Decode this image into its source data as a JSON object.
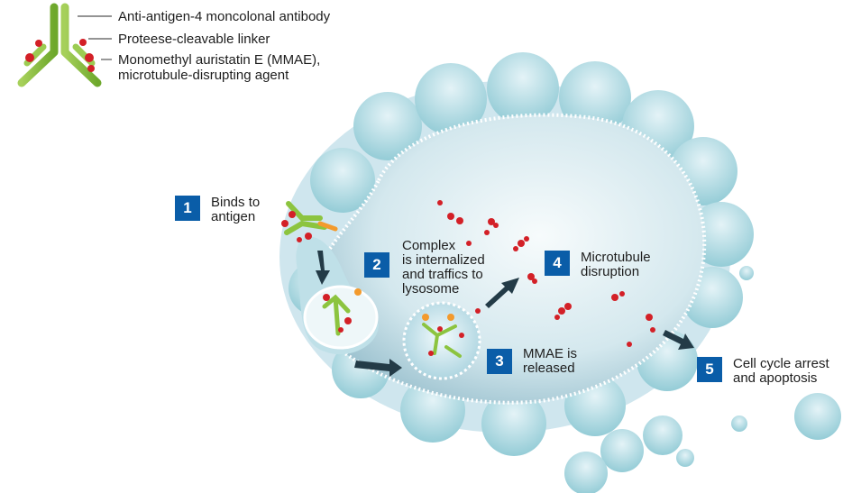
{
  "legend": {
    "antibody": "Anti-antigen-4 moncolonal antibody",
    "linker": "Proteese-cleavable linker",
    "mmae_line1": "Monomethyl auristatin E (MMAE),",
    "mmae_line2": "microtubule-disrupting agent"
  },
  "steps": [
    {
      "number": "1",
      "lines": [
        "Binds to",
        "antigen"
      ]
    },
    {
      "number": "2",
      "lines": [
        "Complex",
        "is internalized",
        "and traffics to",
        "lysosome"
      ]
    },
    {
      "number": "3",
      "lines": [
        "MMAE is",
        "released"
      ]
    },
    {
      "number": "4",
      "lines": [
        "Microtubule",
        "disruption"
      ]
    },
    {
      "number": "5",
      "lines": [
        "Cell cycle arrest",
        "and apoptosis"
      ]
    }
  ],
  "colors": {
    "badge": "#0a5da8",
    "antibody": "#8cc43f",
    "payload": "#d32027",
    "linker": "#f39a2c",
    "cell_membrane": "#b9dce8",
    "cytoplasm": "#e7f1f4"
  }
}
